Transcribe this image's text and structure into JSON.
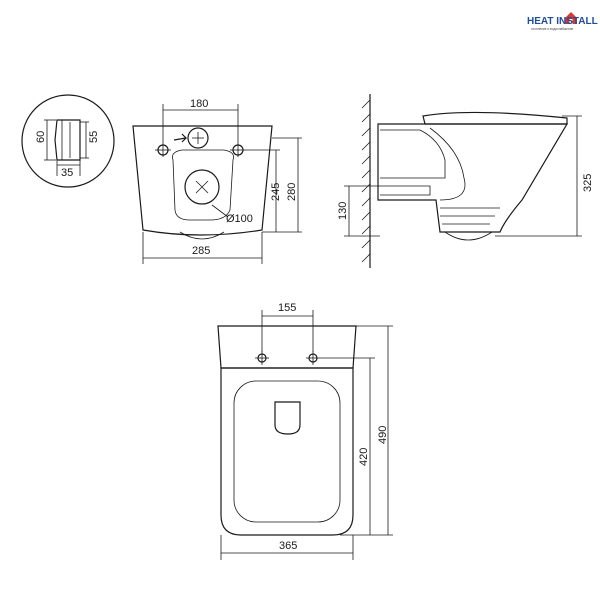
{
  "brand": {
    "name": "HEAT INSTALL",
    "tagline": "отопление и водоснабжение",
    "color_primary": "#1f4e9c",
    "color_accent": "#d93a2b"
  },
  "detail_view": {
    "dims": {
      "height_left": "60",
      "height_right": "55",
      "width": "35"
    }
  },
  "front_view": {
    "dims": {
      "hole_spacing": "180",
      "bowl_height": "245",
      "total_height": "280",
      "outlet_diameter": "Ø100",
      "width": "285"
    }
  },
  "side_view": {
    "dims": {
      "height": "325",
      "outlet_height": "130"
    }
  },
  "top_view": {
    "dims": {
      "hole_spacing": "155",
      "inner_length": "420",
      "total_length": "490",
      "width": "365"
    }
  },
  "colors": {
    "line": "#1a1a1a",
    "background": "#ffffff"
  }
}
